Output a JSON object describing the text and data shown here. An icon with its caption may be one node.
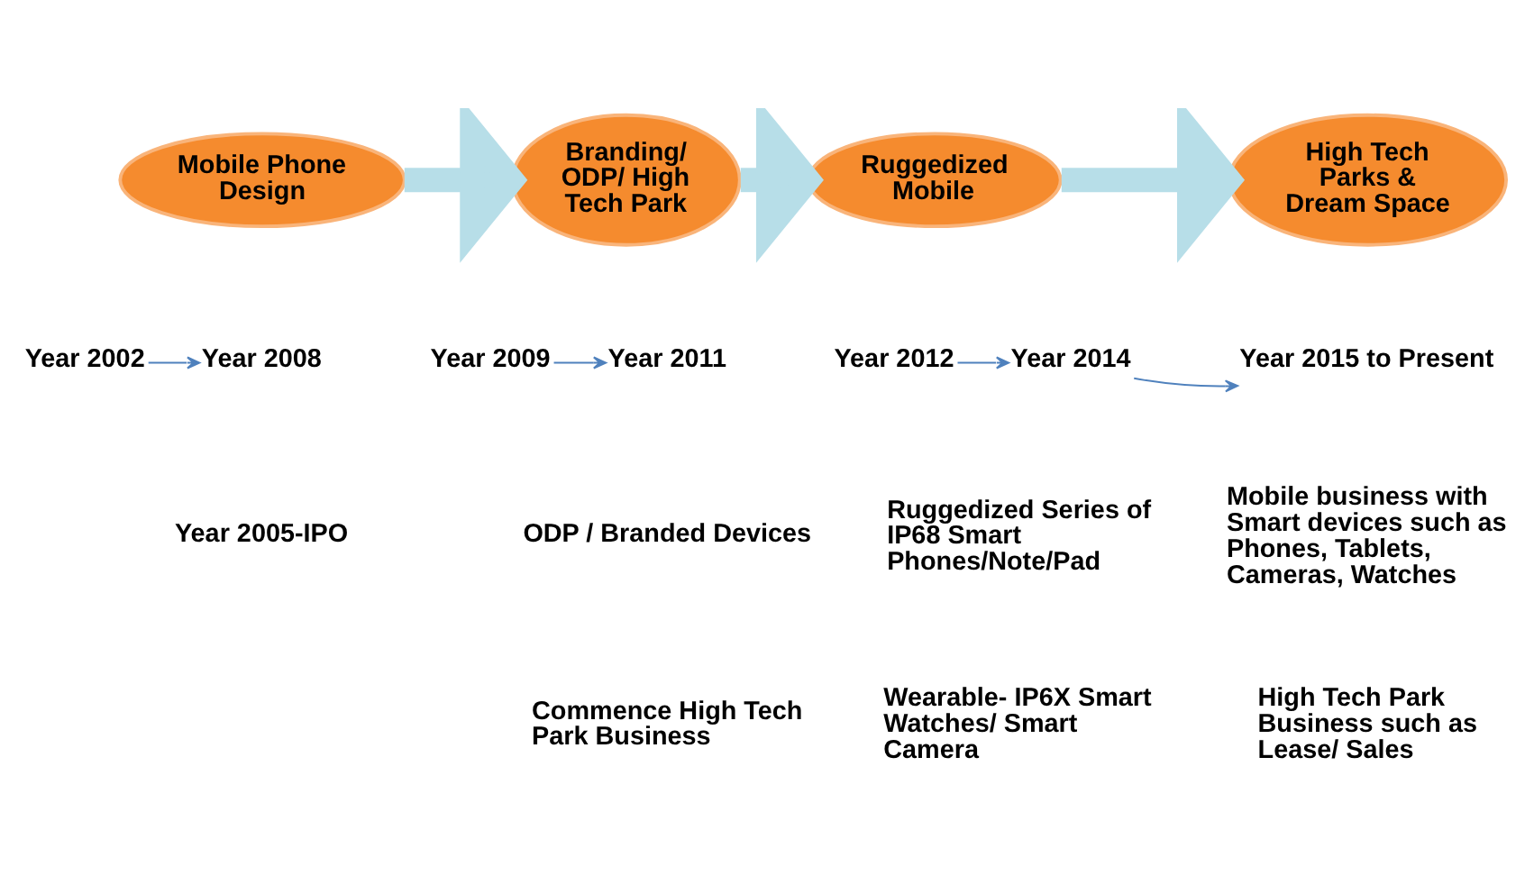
{
  "diagram": {
    "nodes": [
      {
        "text": [
          "Mobile Phone Design"
        ]
      },
      {
        "text": [
          "Branding/ ODP/ High Tech Park"
        ]
      },
      {
        "text": [
          "Ruggedized Mobile"
        ]
      },
      {
        "text": [
          "High Tech Parks & Dream Space"
        ]
      },
      {
        "text": [
          "Year 2002"
        ]
      },
      {
        "text": [
          "Year 2008"
        ]
      },
      {
        "text": [
          "Year 2009"
        ]
      },
      {
        "text": [
          "Year 2011"
        ]
      },
      {
        "text": [
          "Year 2012"
        ]
      },
      {
        "text": [
          "Year 2014"
        ]
      },
      {
        "text": [
          "Year 2015 to Present"
        ]
      }
    ],
    "edges": [
      {
        "from": 0,
        "to": 1,
        "arrow": "to",
        "style": "thick",
        "color": "#b7dee8"
      },
      {
        "from": 1,
        "to": 2,
        "arrow": "to",
        "style": "thick",
        "color": "#b7dee8"
      },
      {
        "from": 2,
        "to": 3,
        "arrow": "to",
        "style": "thick",
        "color": "#b7dee8"
      },
      {
        "from": 4,
        "to": 5,
        "arrow": "to"
      },
      {
        "from": 6,
        "to": 7,
        "arrow": "to"
      },
      {
        "from": 8,
        "to": 9,
        "arrow": "to"
      },
      {
        "from": 9,
        "to": 10,
        "arrow": "to"
      }
    ],
    "labels": [
      "Year 2005-IPO",
      "ODP / Branded Devices",
      "Commence High Tech Park Business",
      "Ruggedized Series of IP68 Smart Phones/Note/Pad",
      "Wearable- IP6X Smart Watches/ Smart Camera",
      "Mobile business with Smart devices such as Phones, Tablets, Cameras, Watches",
      "High Tech Park Business such as Lease/ Sales"
    ]
  }
}
